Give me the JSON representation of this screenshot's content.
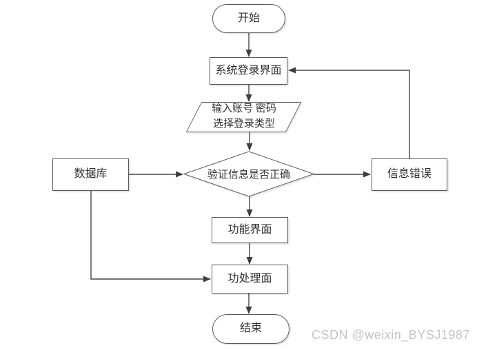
{
  "nodes": {
    "start": {
      "label": "开始",
      "shape": "terminator"
    },
    "login": {
      "label": "系统登录界面",
      "shape": "process"
    },
    "input": {
      "label_line1": "输入账号 密码",
      "label_line2": "选择登录类型",
      "shape": "input-output"
    },
    "verify": {
      "label": "验证信息是否正确",
      "shape": "decision"
    },
    "database": {
      "label": "数据库",
      "shape": "process"
    },
    "error": {
      "label": "信息错误",
      "shape": "process"
    },
    "function_ui": {
      "label": "功能界面",
      "shape": "process"
    },
    "process_ui": {
      "label": "功处理面",
      "shape": "process"
    },
    "end": {
      "label": "结束",
      "shape": "terminator"
    }
  },
  "edges": [
    {
      "from": "start",
      "to": "login"
    },
    {
      "from": "login",
      "to": "input"
    },
    {
      "from": "input",
      "to": "verify"
    },
    {
      "from": "database",
      "to": "verify"
    },
    {
      "from": "verify",
      "to": "error"
    },
    {
      "from": "error",
      "to": "login"
    },
    {
      "from": "verify",
      "to": "function_ui"
    },
    {
      "from": "function_ui",
      "to": "process_ui"
    },
    {
      "from": "database",
      "to": "process_ui"
    },
    {
      "from": "process_ui",
      "to": "end"
    }
  ],
  "watermark": {
    "text": "CSDN @weixin_BYSJ1987"
  },
  "colors": {
    "background": "#ffffff",
    "shape_border": "#5a5a5a",
    "connector": "#464646",
    "arrowhead": "#3f3f3f",
    "text": "#2e2e2e",
    "watermark": "#c5c5c5"
  }
}
